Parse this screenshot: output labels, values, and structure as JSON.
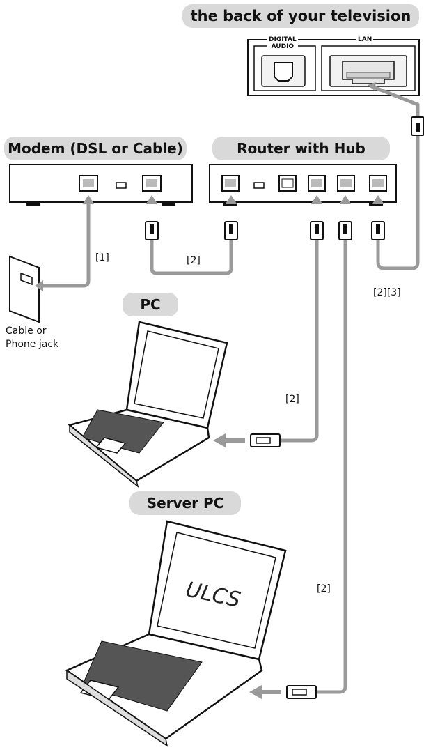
{
  "titles": {
    "tv": "the back of your television",
    "modem": "Modem (DSL or Cable)",
    "router": "Router with Hub",
    "pc": "PC",
    "server": "Server PC"
  },
  "tv_ports": {
    "digital_audio_line1": "DIGITAL",
    "digital_audio_line2": "AUDIO",
    "lan": "LAN"
  },
  "wall_jack": {
    "line1": "Cable or",
    "line2": "Phone jack"
  },
  "cable_labels": {
    "jack_to_modem": "[1]",
    "modem_to_router": "[2]",
    "router_to_tv": "[2][3]",
    "router_to_pc": "[2]",
    "router_to_server": "[2]"
  },
  "server_screen_text": "ULCS",
  "colors": {
    "pill": "#d9d9d9",
    "cable": "#9a9a9a",
    "outline": "#111111"
  }
}
